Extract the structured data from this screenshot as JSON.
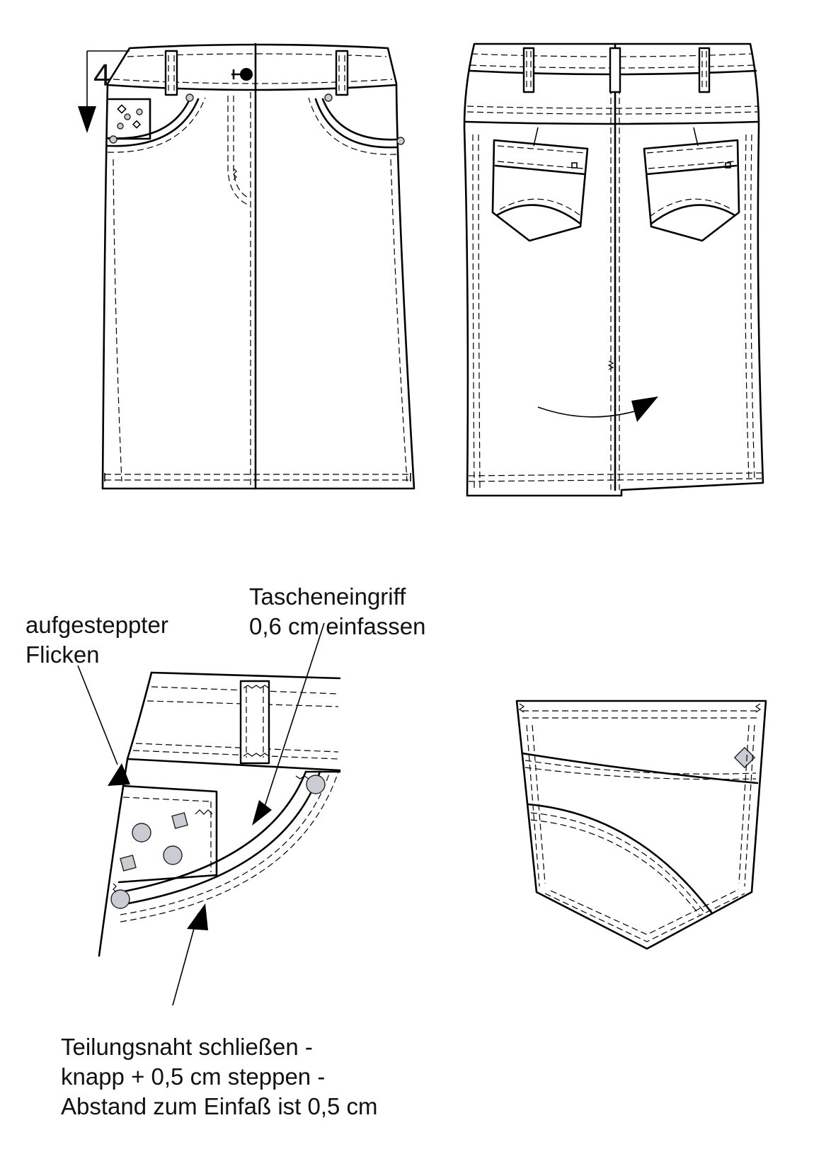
{
  "drawing": {
    "view_labels": {
      "front": "",
      "back": ""
    },
    "measurement": "4",
    "callouts": {
      "patch": "aufgesteppter\nFlicken",
      "pocket_opening": "Tascheneingriff\n0,6 cm einfassen",
      "seam": "Teilungsnaht schließen -\nknapp + 0,5 cm steppen -\nAbstand zum Einfaß ist 0,5 cm"
    }
  }
}
